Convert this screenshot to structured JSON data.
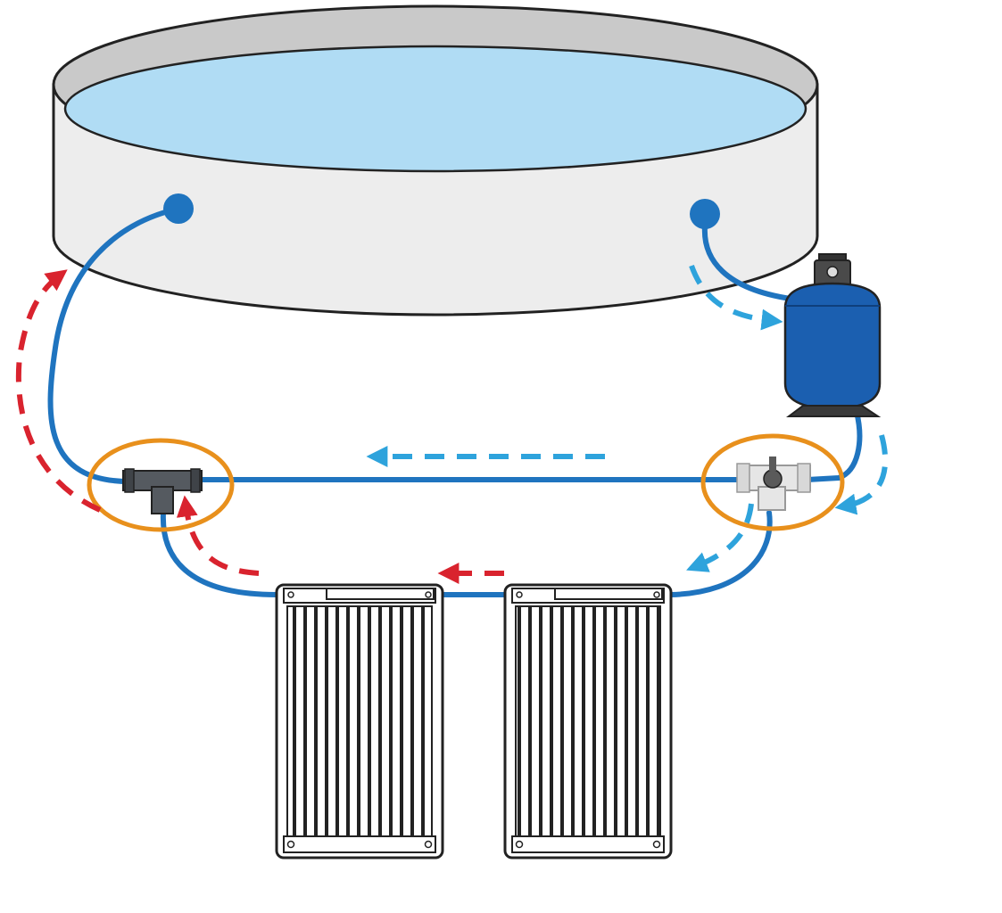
{
  "diagram": {
    "components": [
      {
        "id": "pool",
        "icon": "above-ground-pool"
      },
      {
        "id": "return-inlet",
        "icon": "pool-inlet"
      },
      {
        "id": "suction-outlet",
        "icon": "pool-outlet"
      },
      {
        "id": "filter-pump",
        "icon": "sand-filter-tank"
      },
      {
        "id": "tee-fitting",
        "icon": "tee-connector"
      },
      {
        "id": "bypass-valve",
        "icon": "three-way-valve"
      },
      {
        "id": "solar-panel-1",
        "icon": "solar-collector"
      },
      {
        "id": "solar-panel-2",
        "icon": "solar-collector"
      }
    ],
    "flows": [
      {
        "from": "suction-outlet",
        "to": "filter-pump",
        "water": "cold"
      },
      {
        "from": "filter-pump",
        "to": "bypass-valve",
        "water": "cold"
      },
      {
        "from": "bypass-valve",
        "to": "tee-fitting",
        "water": "cold"
      },
      {
        "from": "bypass-valve",
        "to": "solar-panel-2",
        "water": "cold"
      },
      {
        "from": "solar-panel-2",
        "to": "solar-panel-1",
        "water": "hot"
      },
      {
        "from": "solar-panel-1",
        "to": "tee-fitting",
        "water": "hot"
      },
      {
        "from": "tee-fitting",
        "to": "return-inlet",
        "water": "hot"
      }
    ],
    "highlights": [
      "tee-fitting",
      "bypass-valve"
    ]
  },
  "colors": {
    "pipe": "#1f74bf",
    "cold_arrow": "#2ea3dc",
    "hot_arrow": "#d9232e",
    "highlight_ring": "#e8901c",
    "water": "#b0dcf4",
    "pool_wall": "#ededed",
    "pool_rim": "#c9c9c9",
    "filter_tank": "#1b5fb0",
    "tee": "#555a60",
    "valve_body": "#e6e6e6",
    "outline": "#222222"
  }
}
